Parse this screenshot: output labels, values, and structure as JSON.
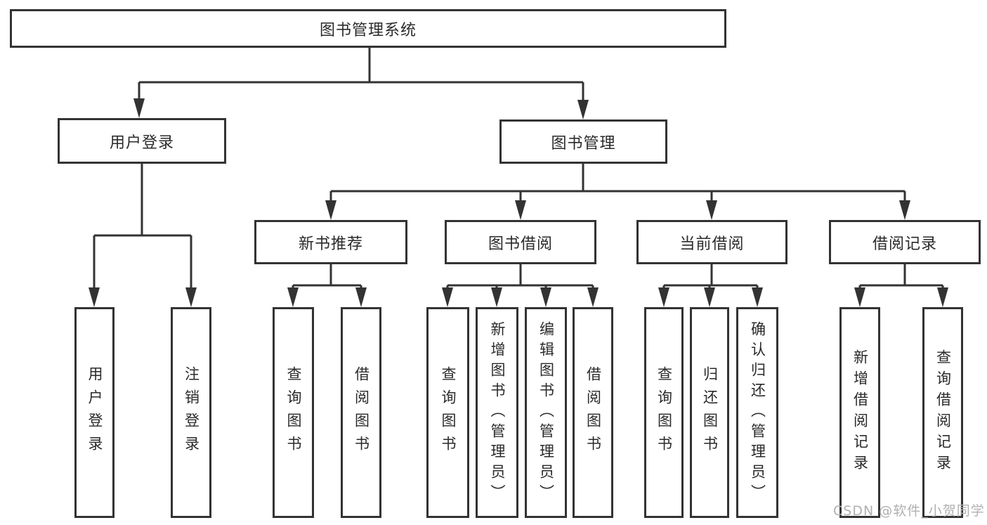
{
  "diagram": {
    "root": {
      "label": "图书管理系统"
    },
    "branches": [
      {
        "label": "用户登录",
        "leaves": [
          {
            "label": "用户登录"
          },
          {
            "label": "注销登录"
          }
        ]
      },
      {
        "label": "图书管理",
        "groups": [
          {
            "label": "新书推荐",
            "leaves": [
              {
                "label": "查询图书"
              },
              {
                "label": "借阅图书"
              }
            ]
          },
          {
            "label": "图书借阅",
            "leaves": [
              {
                "label": "查询图书"
              },
              {
                "label": "新增图书（管理员）"
              },
              {
                "label": "编辑图书（管理员）"
              },
              {
                "label": "借阅图书"
              }
            ]
          },
          {
            "label": "当前借阅",
            "leaves": [
              {
                "label": "查询图书"
              },
              {
                "label": "归还图书"
              },
              {
                "label": "确认归还（管理员）"
              }
            ]
          },
          {
            "label": "借阅记录",
            "leaves": [
              {
                "label": "新增借阅记录"
              },
              {
                "label": "查询借阅记录"
              }
            ]
          }
        ]
      }
    ]
  },
  "watermark": {
    "text": "CSDN @软件_小贺同学"
  },
  "colors": {
    "line": "#333333",
    "box_border": "#333333",
    "box_fill": "#ffffff",
    "text": "#2a2a2a",
    "watermark": "#b0b0b0"
  }
}
